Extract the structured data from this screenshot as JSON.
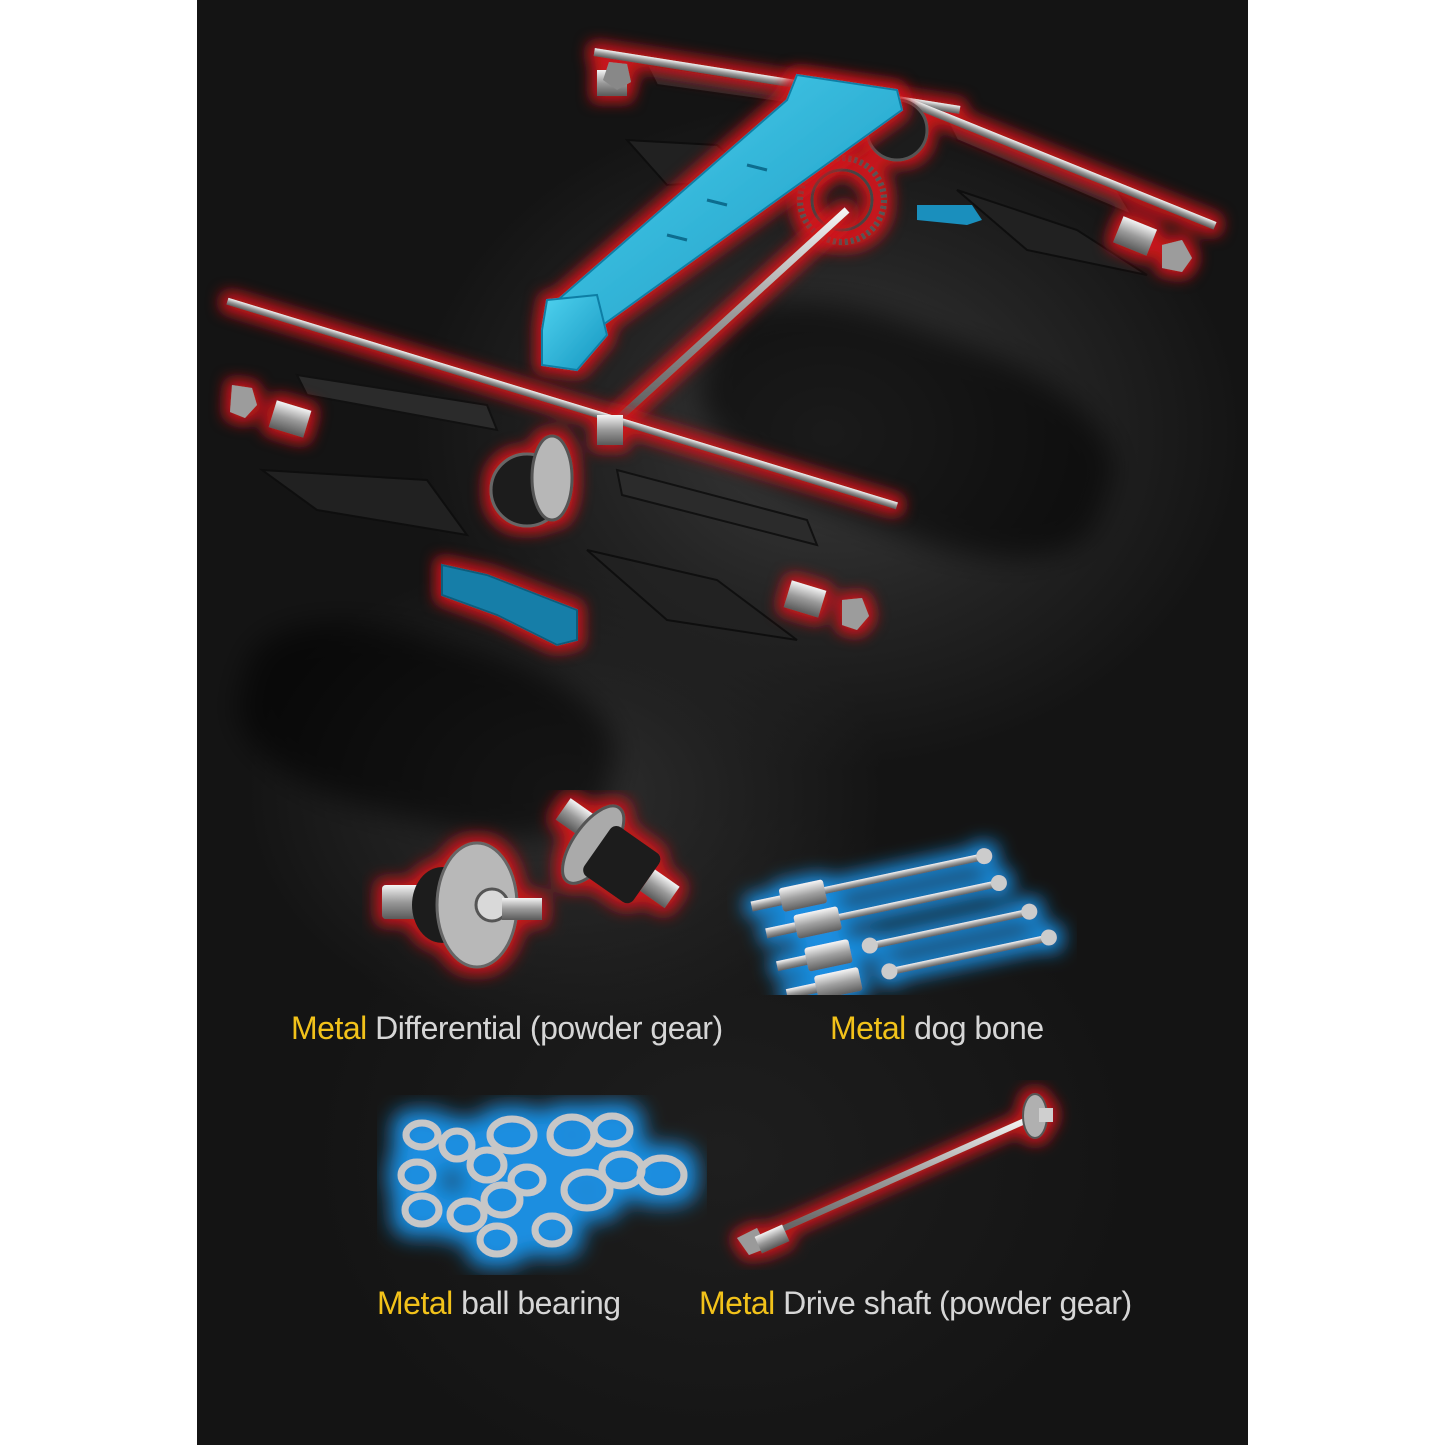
{
  "image": {
    "background_color": "#ffffff",
    "panel_color": "#151515",
    "accent_text_color": "#f2c21a",
    "body_text_color": "#d6d6d6",
    "glow_red": "#c8161b",
    "glow_blue": "#1a8ee0",
    "part_blue": "#1fb3d6"
  },
  "hero": {
    "description": "Exploded view of RC car drivetrain: blue aluminum center chassis brace, front and rear differentials, center drive shaft, axles, suspension arms",
    "parts": [
      {
        "name": "center-chassis-brace",
        "color": "blue",
        "glow": "red"
      },
      {
        "name": "rear-differential-with-spur-gear",
        "glow": "red"
      },
      {
        "name": "front-differential",
        "glow": "red"
      },
      {
        "name": "center-drive-shaft",
        "glow": "red"
      },
      {
        "name": "suspension-arms",
        "color": "black"
      },
      {
        "name": "steering-plate",
        "color": "blue",
        "glow": "red"
      }
    ]
  },
  "features": [
    {
      "accent": "Metal",
      "text": "Differential (powder gear)",
      "glow": "red"
    },
    {
      "accent": "Metal",
      "text": "dog bone",
      "glow": "blue"
    },
    {
      "accent": "Metal",
      "text": "ball bearing",
      "glow": "blue"
    },
    {
      "accent": "Metal",
      "text": "Drive shaft (powder gear)",
      "glow": "red"
    }
  ]
}
